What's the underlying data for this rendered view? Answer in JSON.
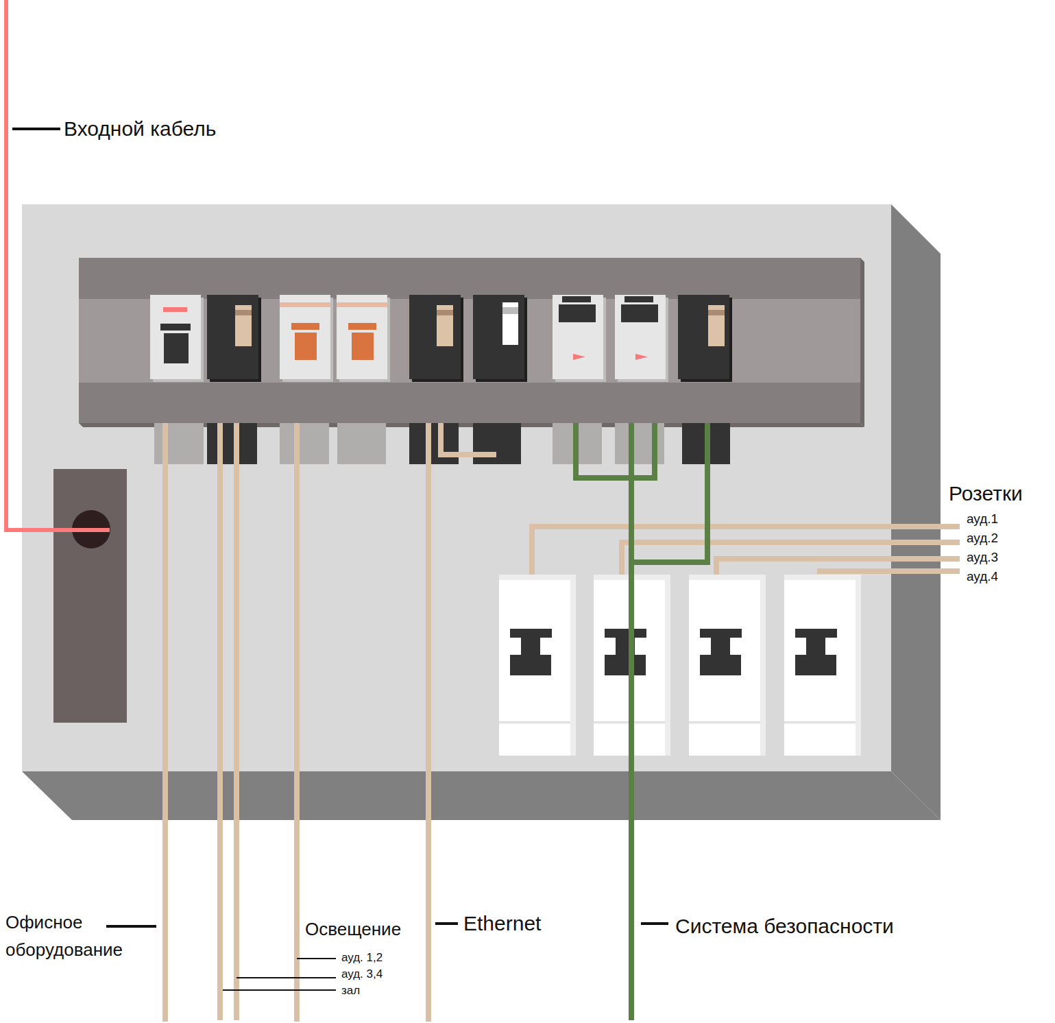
{
  "diagram": {
    "labels": [
      "Входной кабель",
      "Розетки",
      "ауд.1",
      "ауд.2",
      "ауд.3",
      "ауд.4",
      "Офисное оборудование",
      "Освещение",
      "ауд. 1,2",
      "ауд. 3,4",
      "зал",
      "Ethernet",
      "Система безопасности"
    ]
  }
}
